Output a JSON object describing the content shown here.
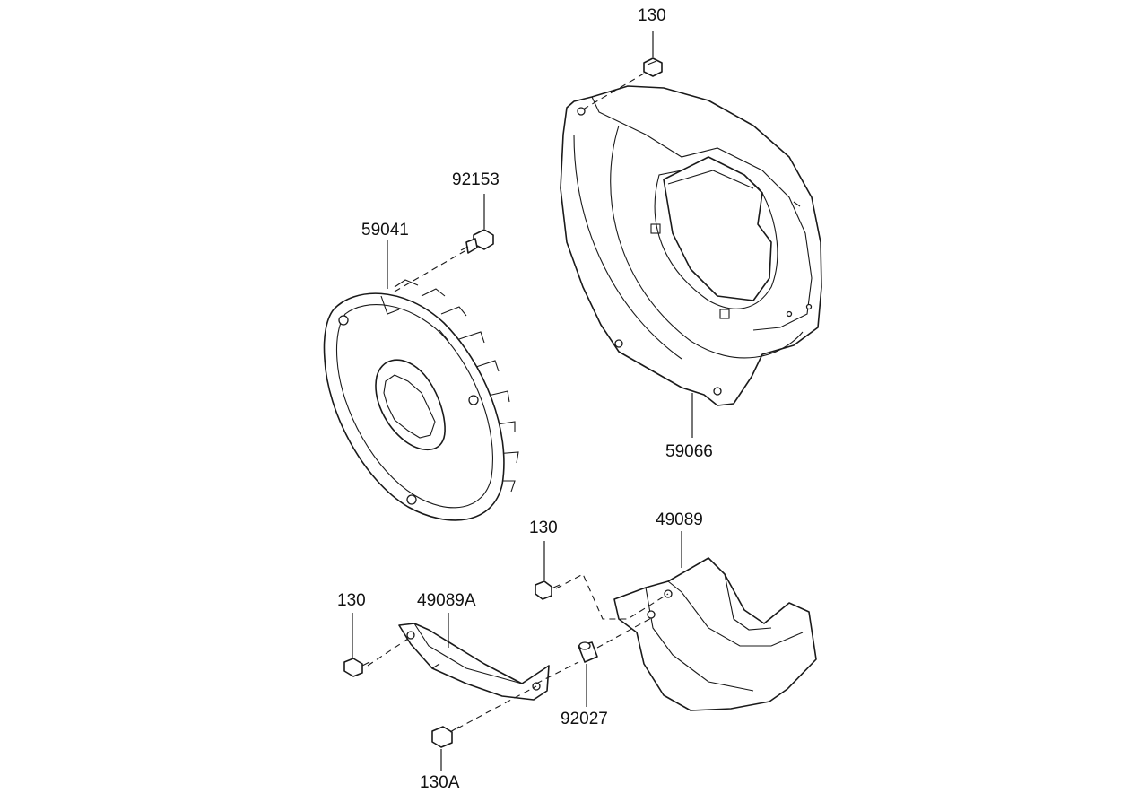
{
  "parts": {
    "bolt_top": "130",
    "bolt_mid": "130",
    "bolt_left": "130",
    "bolt_bottom": "130A",
    "fan_bolt": "92153",
    "fan": "59041",
    "fan_housing": "59066",
    "cover": "49089",
    "bracket": "49089A",
    "collar": "92027"
  }
}
